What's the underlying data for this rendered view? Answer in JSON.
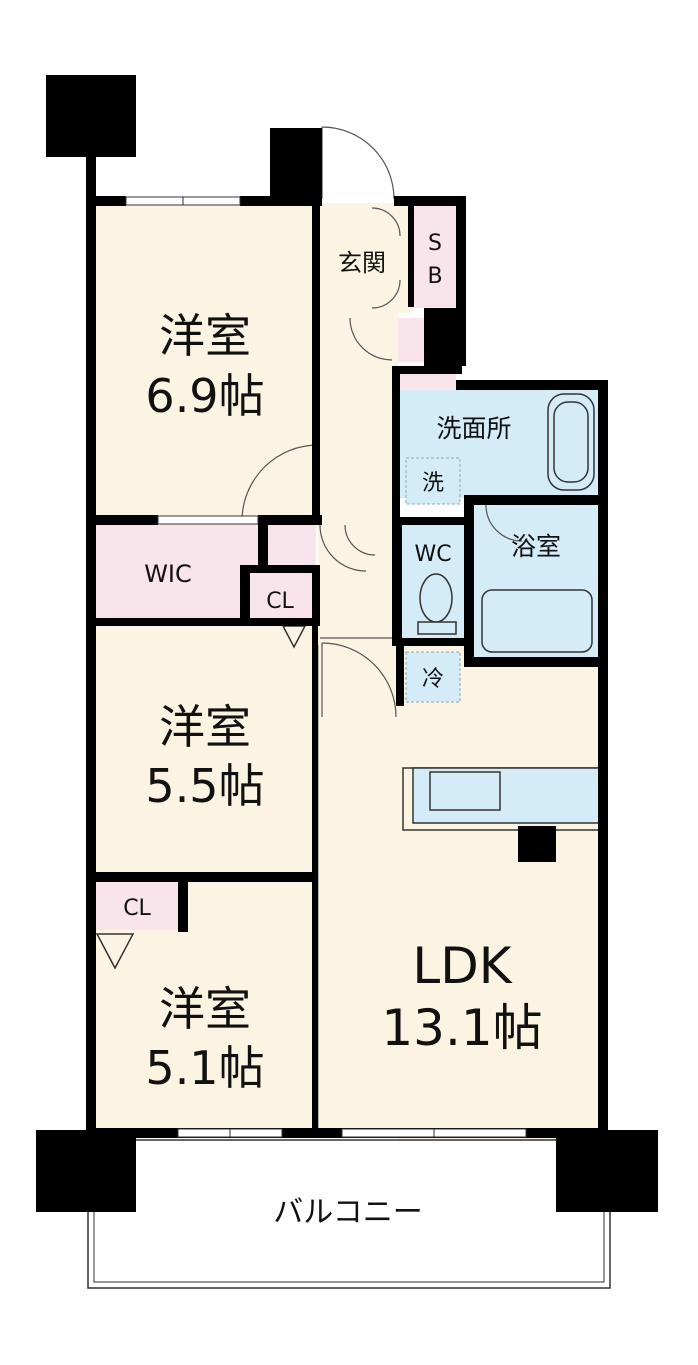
{
  "rooms": {
    "bed1": {
      "name": "洋室",
      "size": "6.9帖"
    },
    "bed2": {
      "name": "洋室",
      "size": "5.5帖"
    },
    "bed3": {
      "name": "洋室",
      "size": "5.1帖"
    },
    "ldk": {
      "name": "LDK",
      "size": "13.1帖"
    },
    "entrance": "玄関",
    "shoebox": [
      "S",
      "B"
    ],
    "washroom": "洗面所",
    "washer": "洗",
    "bath": "浴室",
    "wc": "WC",
    "fridge": "冷",
    "wic": "WIC",
    "closet1": "CL",
    "closet2": "CL",
    "balcony": "バルコニー"
  },
  "colors": {
    "room": "#fbf4e2",
    "storage": "#f9e4ec",
    "wet": "#d4ecf7",
    "wall": "#000000",
    "balcony": "#ffffff"
  }
}
